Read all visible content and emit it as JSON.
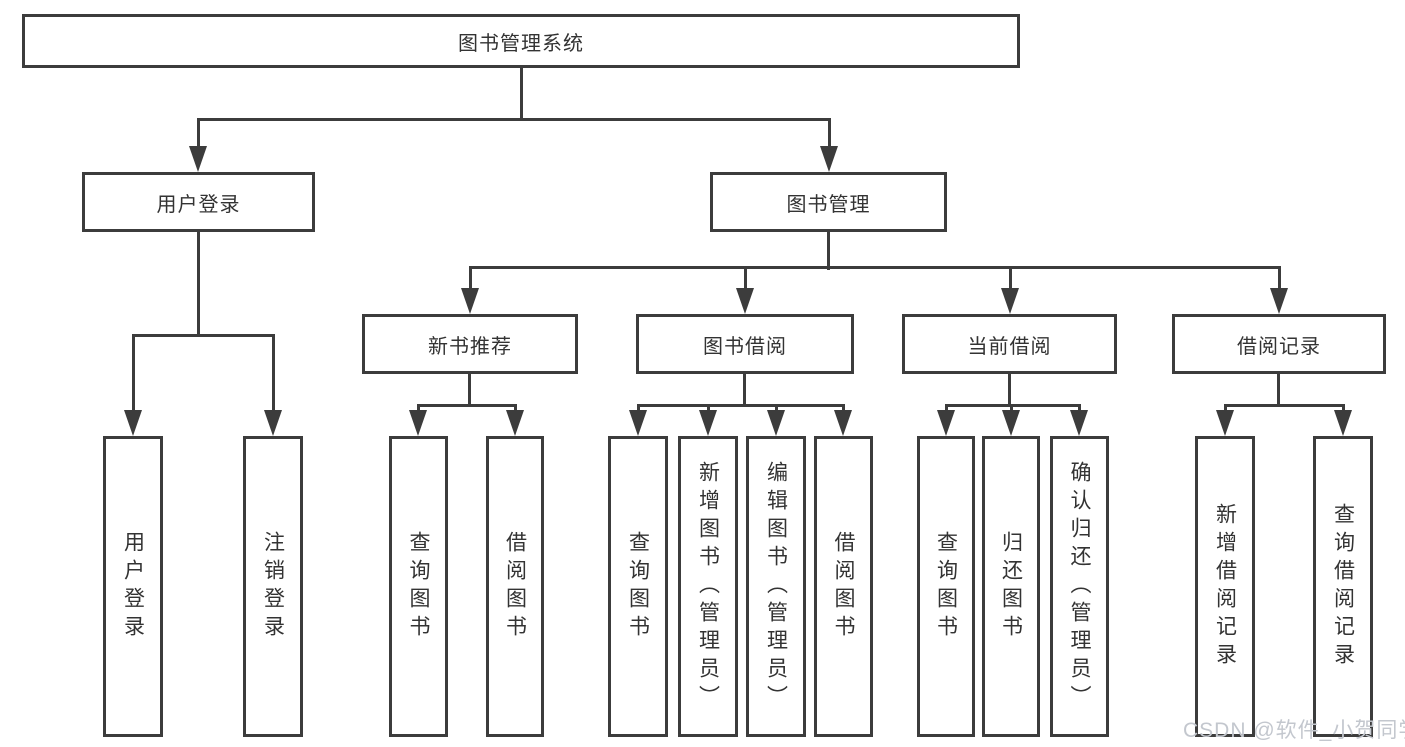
{
  "colors": {
    "line": "#3c3c3c",
    "text": "#333333",
    "background": "#ffffff",
    "box_fill": "#ffffff",
    "watermark_text_color": "#c3c7ce"
  },
  "nodes": {
    "root": {
      "label": "图书管理系统"
    },
    "user_login": {
      "label": "用户登录"
    },
    "book_mgmt": {
      "label": "图书管理"
    },
    "new_book_rec": {
      "label": "新书推荐"
    },
    "book_borrow": {
      "label": "图书借阅"
    },
    "current_borrow": {
      "label": "当前借阅"
    },
    "borrow_records": {
      "label": "借阅记录"
    }
  },
  "leaves": {
    "user_login": [
      {
        "label": "用户登录"
      },
      {
        "label": "注销登录"
      }
    ],
    "new_book_rec": [
      {
        "label": "查询图书"
      },
      {
        "label": "借阅图书"
      }
    ],
    "book_borrow": [
      {
        "label": "查询图书"
      },
      {
        "label": "新增图书（管理员）"
      },
      {
        "label": "编辑图书（管理员）"
      },
      {
        "label": "借阅图书"
      }
    ],
    "current_borrow": [
      {
        "label": "查询图书"
      },
      {
        "label": "归还图书"
      },
      {
        "label": "确认归还（管理员）"
      }
    ],
    "borrow_records": [
      {
        "label": "新增借阅记录"
      },
      {
        "label": "查询借阅记录"
      }
    ]
  },
  "watermark": {
    "text": "CSDN @软件_小贺同学"
  }
}
